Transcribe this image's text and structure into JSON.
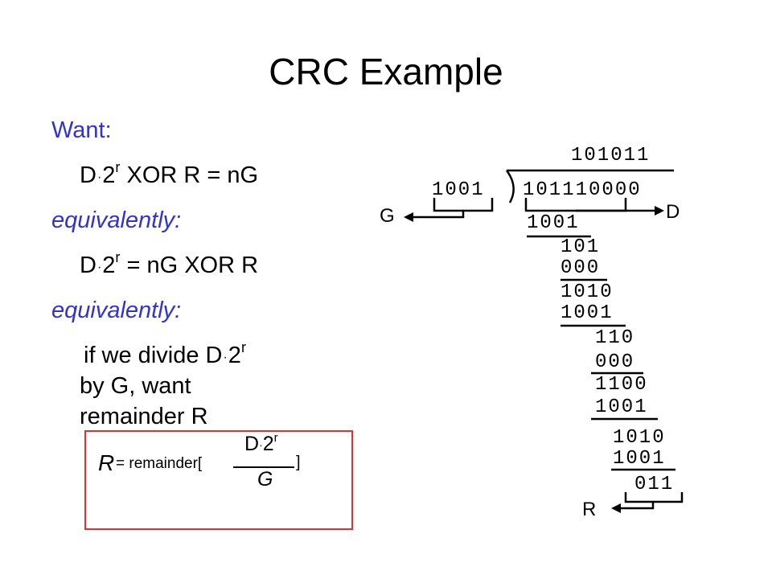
{
  "slide": {
    "title": "CRC Example",
    "want_label": "Want:",
    "eq1": {
      "d": "D",
      "dot": "·",
      "two": "2",
      "r": "r",
      "rest": " XOR R = nG"
    },
    "equiv1": "equivalently:",
    "eq2": {
      "d": "D",
      "dot": "·",
      "two": "2",
      "r": "r",
      "rest": " = nG XOR R"
    },
    "equiv2": "equivalently:",
    "divide": {
      "pre": "if we divide ",
      "d": "D",
      "dot": "·",
      "two": "2",
      "r": "r"
    },
    "line_by_g": "by G, want",
    "line_remainder": "remainder R"
  },
  "formula": {
    "r": "R",
    "text": " = remainder[",
    "close": "]",
    "num_d": "D",
    "num_dot": "·",
    "num_two": "2",
    "num_r": "r",
    "den": "G"
  },
  "division": {
    "quotient": "101011",
    "divisor": "1001",
    "dividend": "101110000",
    "label_g": "G",
    "label_d": "D",
    "label_r": "R",
    "steps": [
      "1001",
      "101",
      "000",
      "1010",
      "1001",
      "110",
      "000",
      "1100",
      "1001",
      "1010",
      "1001",
      "011"
    ]
  },
  "colors": {
    "blue": "#3333cc",
    "box_border": "#e03030"
  }
}
